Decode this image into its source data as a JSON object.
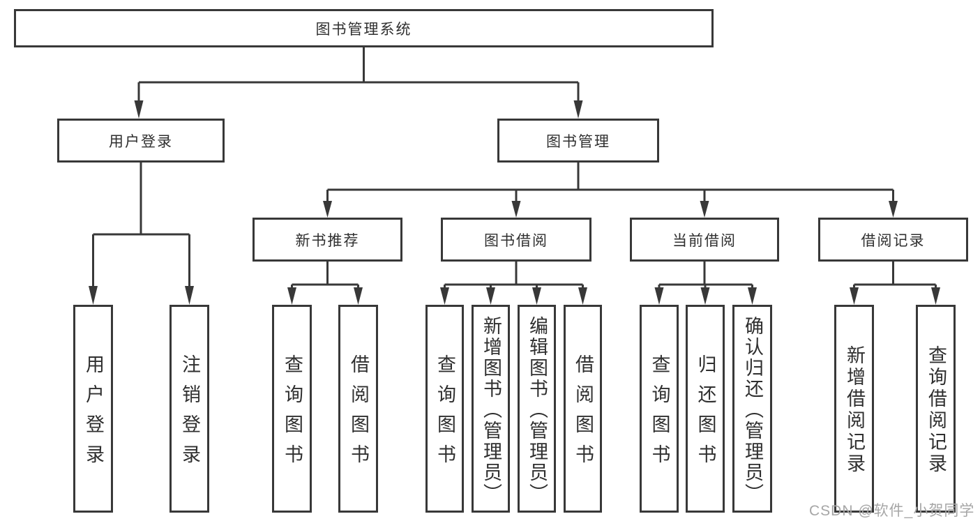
{
  "tree": {
    "root": "图书管理系统",
    "children": [
      {
        "label": "用户登录",
        "children": [
          "用户登录",
          "注销登录"
        ]
      },
      {
        "label": "图书管理",
        "children": [
          {
            "label": "新书推荐",
            "children": [
              "查询图书",
              "借阅图书"
            ]
          },
          {
            "label": "图书借阅",
            "children": [
              "查询图书",
              "新增图书（管理员）",
              "编辑图书（管理员）",
              "借阅图书"
            ]
          },
          {
            "label": "当前借阅",
            "children": [
              "查询图书",
              "归还图书",
              "确认归还（管理员）"
            ]
          },
          {
            "label": "借阅记录",
            "children": [
              "新增借阅记录",
              "查询借阅记录"
            ]
          }
        ]
      }
    ]
  },
  "watermark": {
    "text": "CSDN @软件_小贺同学"
  },
  "colors": {
    "line": "#383838",
    "box_border": "#383838",
    "box_fill": "#ffffff",
    "text": "#2f2f2f",
    "watermark": "#a6a6a6",
    "background": "#ffffff"
  }
}
